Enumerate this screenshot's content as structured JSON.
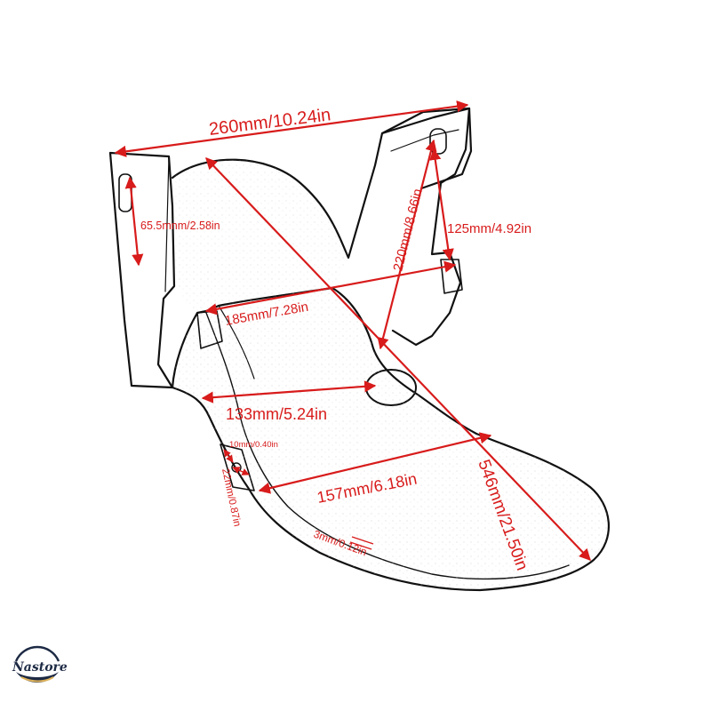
{
  "colors": {
    "dimension": "#d81b1b",
    "outline": "#111111",
    "background": "#ffffff",
    "brand_navy": "#1d2a44",
    "brand_gold": "#e0b35a"
  },
  "dimensions": {
    "overall_width": "260mm/10.24in",
    "left_slot": "65.5mnm/2.58in",
    "right_height": "220mm/8.66in",
    "right_slot": "125mm/4.92in",
    "upper_span": "185mm/7.28in",
    "mid_span": "133mm/5.24in",
    "small_gap": "10mm/0.40in",
    "tab_width": "22mm/0.87in",
    "lower_span": "157mm/6.18in",
    "overall_length": "546mm/21.50in",
    "thickness": "3mm/0.12in"
  },
  "brand": {
    "logo_text": "Nastore",
    "icon": "globe-wave-logo"
  }
}
